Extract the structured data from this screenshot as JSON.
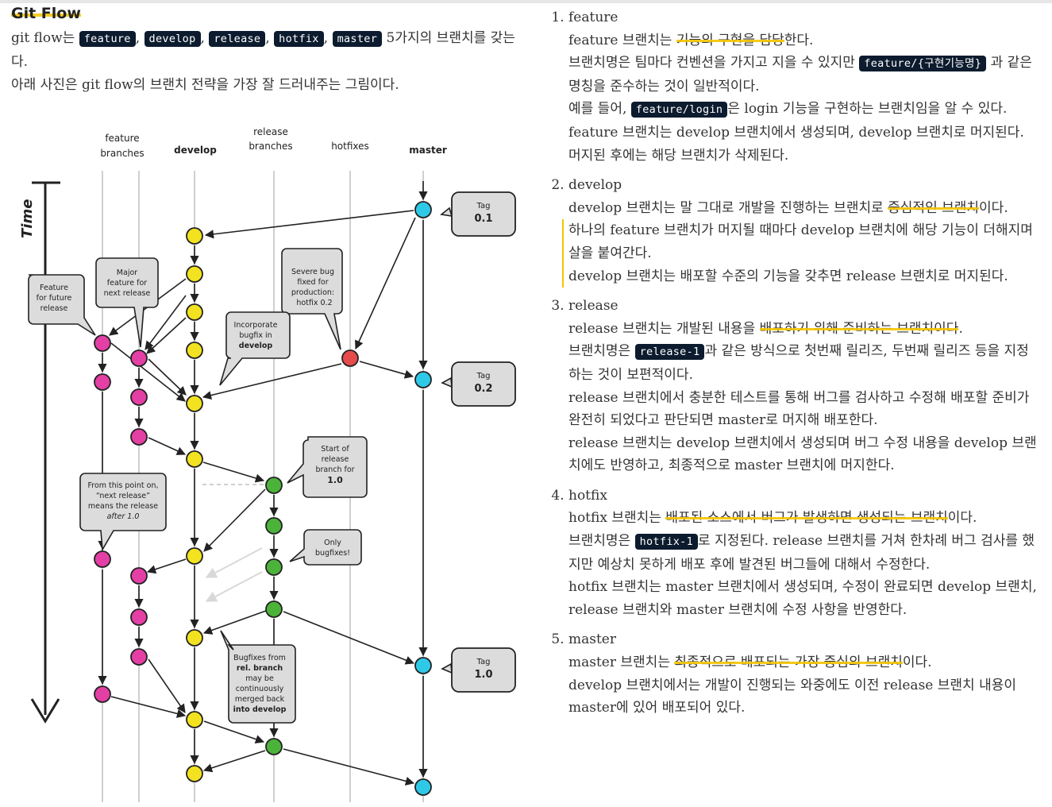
{
  "title": "Git Flow",
  "intro": {
    "line1_pre": "git flow는",
    "codes": [
      "feature",
      "develop",
      "release",
      "hotfix",
      "master"
    ],
    "line1_post": "5가지의 브랜치를 갖는다.",
    "line2": "아래 사진은 git flow의 브랜치 전략을 가장 잘 드러내주는 그림이다."
  },
  "diagram": {
    "headers": {
      "feature_1": "feature",
      "feature_2": "branches",
      "develop": "develop",
      "release_1": "release",
      "release_2": "branches",
      "hotfixes": "hotfixes",
      "master": "master"
    },
    "time_label": "Time",
    "tags": [
      {
        "label": "Tag",
        "value": "0.1"
      },
      {
        "label": "Tag",
        "value": "0.2"
      },
      {
        "label": "Tag",
        "value": "1.0"
      }
    ],
    "bubbles": {
      "feature_future": [
        "Feature",
        "for future",
        "release"
      ],
      "major_feature": [
        "Major",
        "feature for",
        "next release"
      ],
      "severe_bug": [
        "Severe bug",
        "fixed for",
        "production:",
        "hotfix 0.2"
      ],
      "incorporate": [
        "Incorporate",
        "bugfix in",
        "develop"
      ],
      "start_release": [
        "Start of",
        "release",
        "branch for",
        "1.0"
      ],
      "from_this_point": [
        "From this point on,",
        "“next release”",
        "means the release",
        "after 1.0"
      ],
      "only_bugfixes": [
        "Only",
        "bugfixes!"
      ],
      "bugfixes_from": [
        "Bugfixes from",
        "rel. branch",
        "may be",
        "continuously",
        "merged back",
        "into develop"
      ]
    },
    "colors": {
      "feature": "#e33fa4",
      "develop": "#f2e21f",
      "release": "#4cb33a",
      "hotfix": "#e64a4a",
      "master": "#2fc9e8"
    }
  },
  "sections": [
    {
      "heading": "feature",
      "lines": [
        {
          "parts": [
            {
              "t": "feature 브랜치는 "
            },
            {
              "t": "기능의 구현을 담당",
              "hl": true
            },
            {
              "t": "한다."
            }
          ]
        },
        {
          "parts": [
            {
              "t": "브랜치명은 팀마다 컨벤션을 가지고 지을 수 있지만 "
            },
            {
              "t": "feature/{구현기능명}",
              "code": true
            },
            {
              "t": " 과 같은 명칭을 준수하는 것이 일반적이다."
            }
          ]
        },
        {
          "parts": [
            {
              "t": "예를 들어, "
            },
            {
              "t": "feature/login",
              "code": true
            },
            {
              "t": "은 login 기능을 구현하는 브랜치임을 알 수 있다."
            }
          ]
        },
        {
          "parts": [
            {
              "t": "feature 브랜치는 develop 브랜치에서 생성되며, develop 브랜치로 머지된다."
            }
          ]
        },
        {
          "parts": [
            {
              "t": "머지된 후에는 해당 브랜치가 삭제된다."
            }
          ]
        }
      ]
    },
    {
      "heading": "develop",
      "lines": [
        {
          "parts": [
            {
              "t": "develop 브랜치는 말 그대로 개발을 진행하는 브랜치로 "
            },
            {
              "t": "중심적인 브랜치",
              "hl": true
            },
            {
              "t": "이다."
            }
          ]
        },
        {
          "quote": true,
          "parts": [
            {
              "t": "하나의 feature 브랜치가 머지될 때마다 develop 브랜치에 해당 기능이 더해지며 살을 붙여간다."
            }
          ]
        },
        {
          "quote": true,
          "parts": [
            {
              "t": "develop 브랜치는 배포할 수준의 기능을 갖추면 release 브랜치로 머지된다."
            }
          ]
        }
      ]
    },
    {
      "heading": "release",
      "lines": [
        {
          "parts": [
            {
              "t": "release 브랜치는 개발된 내용을 "
            },
            {
              "t": "배포하기 위해 준비하는 브랜치이다",
              "hl": true
            },
            {
              "t": "."
            }
          ]
        },
        {
          "parts": [
            {
              "t": "브랜치명은 "
            },
            {
              "t": "release-1",
              "code": true
            },
            {
              "t": "과 같은 방식으로 첫번째 릴리즈, 두번째 릴리즈 등을 지정하는 것이 보편적이다."
            }
          ]
        },
        {
          "parts": [
            {
              "t": "release 브랜치에서 충분한 테스트를 통해 버그를 검사하고 수정해 배포할 준비가 완전히 되었다고 판단되면 master로 머지해 배포한다."
            }
          ]
        },
        {
          "parts": [
            {
              "t": "release 브랜치는 develop 브랜치에서 생성되며 버그 수정 내용을 develop 브랜치에도 반영하고, 최종적으로 master 브랜치에 머지한다."
            }
          ]
        }
      ]
    },
    {
      "heading": "hotfix",
      "lines": [
        {
          "parts": [
            {
              "t": "hotfix 브랜치는 "
            },
            {
              "t": "배포된 소스에서 버그가 발생하면 생성되는 브랜치",
              "hl": true
            },
            {
              "t": "이다."
            }
          ]
        },
        {
          "parts": [
            {
              "t": "브랜치명은 "
            },
            {
              "t": "hotfix-1",
              "code": true
            },
            {
              "t": "로 지정된다. release 브랜치를 거쳐 한차례 버그 검사를 했지만 예상치 못하게 배포 후에 발견된 버그들에 대해서 수정한다."
            }
          ]
        },
        {
          "parts": [
            {
              "t": "hotfix 브랜치는 master 브랜치에서 생성되며, 수정이 완료되면 develop 브랜치, release 브랜치와 master 브랜치에 수정 사항을 반영한다."
            }
          ]
        }
      ]
    },
    {
      "heading": "master",
      "lines": [
        {
          "parts": [
            {
              "t": "master 브랜치는 "
            },
            {
              "t": "최종적으로 배포되는 가장 중심의 브랜치",
              "hl": true
            },
            {
              "t": "이다."
            }
          ]
        },
        {
          "parts": [
            {
              "t": "develop 브랜치에서는 개발이 진행되는 와중에도 이전 release 브랜치 내용이 master에 있어 배포되어 있다."
            }
          ]
        }
      ]
    }
  ]
}
